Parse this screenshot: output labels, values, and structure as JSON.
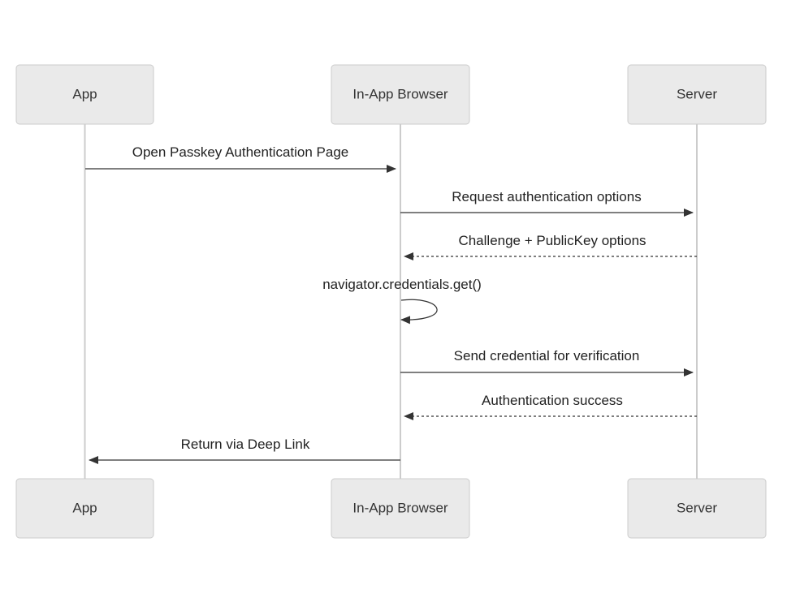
{
  "colors": {
    "background": "#ffffff",
    "actor_fill": "#eaeaea",
    "actor_border": "#cccccc",
    "lifeline": "#cccccc",
    "line": "#333333",
    "text": "#222222"
  },
  "actors": [
    {
      "id": "app",
      "label": "App"
    },
    {
      "id": "browser",
      "label": "In-App Browser"
    },
    {
      "id": "server",
      "label": "Server"
    }
  ],
  "messages": [
    {
      "from": "app",
      "to": "browser",
      "label": "Open Passkey Authentication Page",
      "style": "solid"
    },
    {
      "from": "browser",
      "to": "server",
      "label": "Request authentication options",
      "style": "solid"
    },
    {
      "from": "server",
      "to": "browser",
      "label": "Challenge + PublicKey options",
      "style": "dashed"
    },
    {
      "from": "browser",
      "to": "browser",
      "label": "navigator.credentials.get()",
      "style": "solid"
    },
    {
      "from": "browser",
      "to": "server",
      "label": "Send credential for verification",
      "style": "solid"
    },
    {
      "from": "server",
      "to": "browser",
      "label": "Authentication success",
      "style": "dashed"
    },
    {
      "from": "browser",
      "to": "app",
      "label": "Return via Deep Link",
      "style": "solid"
    }
  ]
}
